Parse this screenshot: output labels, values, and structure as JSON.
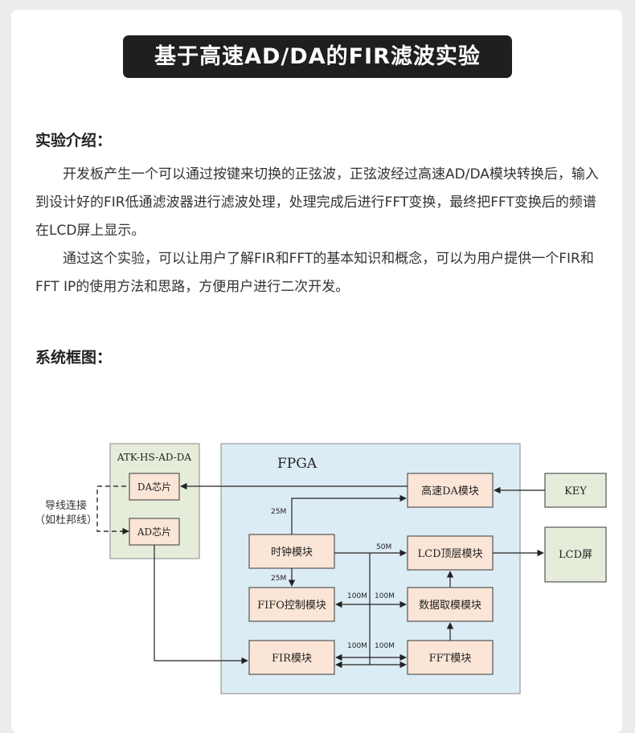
{
  "title": "基于高速AD/DA的FIR滤波实验",
  "intro": {
    "heading": "实验介绍：",
    "paragraphs": [
      "开发板产生一个可以通过按键来切换的正弦波，正弦波经过高速AD/DA模块转换后，输入到设计好的FIR低通滤波器进行滤波处理，处理完成后进行FFT变换，最终把FFT变换后的频谱在LCD屏上显示。",
      "通过这个实验，可以让用户了解FIR和FFT的基本知识和概念，可以为用户提供一个FIR和FFT IP的使用方法和思路，方便用户进行二次开发。"
    ]
  },
  "diagram": {
    "heading": "系统框图：",
    "board_label": "ATK-HS-AD-DA",
    "fpga_label": "FPGA",
    "wire_label_1": "导线连接",
    "wire_label_2": "（如杜邦线）",
    "blocks": {
      "da_chip": "DA芯片",
      "ad_chip": "AD芯片",
      "hs_da": "高速DA模块",
      "clock": "时钟模块",
      "lcd_top": "LCD顶层模块",
      "fifo": "FIFO控制模块",
      "data": "数据取模模块",
      "fir": "FIR模块",
      "fft": "FFT模块",
      "key": "KEY",
      "lcd_screen": "LCD屏"
    },
    "freq": {
      "f25_top": "25M",
      "f25_bottom": "25M",
      "f50": "50M",
      "f100_a": "100M",
      "f100_b": "100M",
      "f100_c": "100M",
      "f100_d": "100M"
    },
    "colors": {
      "fpga_bg": "#dcecf4",
      "board_bg": "#e6ecda",
      "block_fill": "#fbe5d6",
      "ext_fill": "#e6ecda"
    }
  }
}
